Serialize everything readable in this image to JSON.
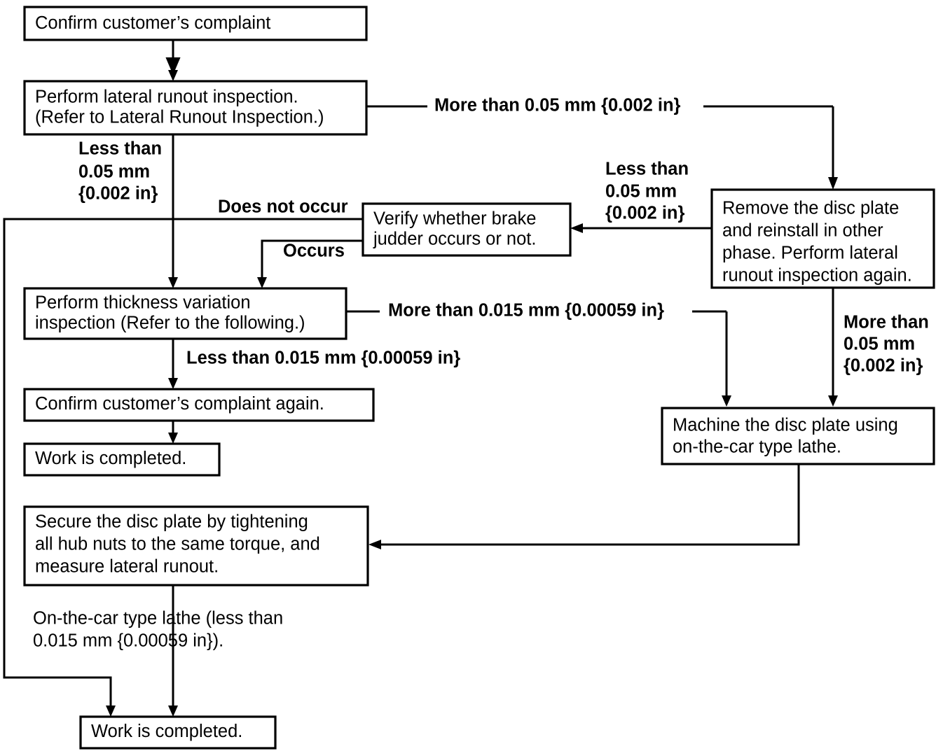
{
  "diagram": {
    "type": "flowchart",
    "title": "Brake disc plate runout / thickness variation diagnostic flowchart",
    "nodes": [
      {
        "id": "confirm-complaint",
        "lines": [
          "Confirm customer’s complaint"
        ]
      },
      {
        "id": "lateral-runout-inspection",
        "lines": [
          "Perform lateral runout inspection.",
          "(Refer to Lateral Runout Inspection.)"
        ]
      },
      {
        "id": "verify-brake-judder",
        "lines": [
          "Verify whether brake",
          "judder occurs or not."
        ]
      },
      {
        "id": "remove-disc-plate",
        "lines": [
          "Remove the disc plate",
          "and reinstall in other",
          "phase. Perform lateral",
          "runout inspection again."
        ]
      },
      {
        "id": "thickness-variation-inspection",
        "lines": [
          "Perform thickness variation",
          "inspection (Refer to the following.)"
        ]
      },
      {
        "id": "machine-disc-plate",
        "lines": [
          "Machine the disc plate using",
          "on-the-car type lathe."
        ]
      },
      {
        "id": "confirm-complaint-again",
        "lines": [
          "Confirm customer’s complaint again."
        ]
      },
      {
        "id": "work-completed-upper",
        "lines": [
          "Work is completed."
        ]
      },
      {
        "id": "secure-disc-plate",
        "lines": [
          "Secure the disc plate by tightening",
          "all hub nuts to the same torque, and",
          "measure lateral runout."
        ]
      },
      {
        "id": "work-completed-lower",
        "lines": [
          "Work is completed."
        ]
      }
    ],
    "edge_labels": [
      {
        "id": "more-than-005-top",
        "lines": [
          "More than 0.05 mm {0.002 in}"
        ],
        "from": "lateral-runout-inspection",
        "to": "remove-disc-plate"
      },
      {
        "id": "less-than-005-left",
        "lines": [
          "Less than",
          "0.05 mm",
          "{0.002 in}"
        ],
        "from": "lateral-runout-inspection",
        "to": "thickness-variation-inspection"
      },
      {
        "id": "less-than-005-right",
        "lines": [
          "Less than",
          "0.05 mm",
          "{0.002 in}"
        ],
        "from": "remove-disc-plate",
        "to": "verify-brake-judder"
      },
      {
        "id": "does-not-occur",
        "lines": [
          "Does not occur"
        ],
        "from": "verify-brake-judder",
        "to": "secure-disc-plate"
      },
      {
        "id": "occurs",
        "lines": [
          "Occurs"
        ],
        "from": "verify-brake-judder",
        "to": "thickness-variation-inspection"
      },
      {
        "id": "more-than-0015",
        "lines": [
          "More than 0.015 mm {0.00059 in}"
        ],
        "from": "thickness-variation-inspection",
        "to": "machine-disc-plate"
      },
      {
        "id": "less-than-0015",
        "lines": [
          "Less than 0.015 mm {0.00059 in}"
        ],
        "from": "thickness-variation-inspection",
        "to": "confirm-complaint-again"
      },
      {
        "id": "more-than-005-right",
        "lines": [
          "More than",
          "0.05 mm",
          "{0.002 in}"
        ],
        "from": "remove-disc-plate",
        "to": "machine-disc-plate"
      },
      {
        "id": "on-the-car-lathe-note",
        "lines": [
          "On-the-car type lathe (less than",
          "0.015 mm {0.00059 in})."
        ],
        "from": "secure-disc-plate",
        "to": "work-completed-lower"
      }
    ],
    "colors": {
      "background": "#ffffff",
      "stroke": "#000000",
      "text": "#000000"
    }
  }
}
